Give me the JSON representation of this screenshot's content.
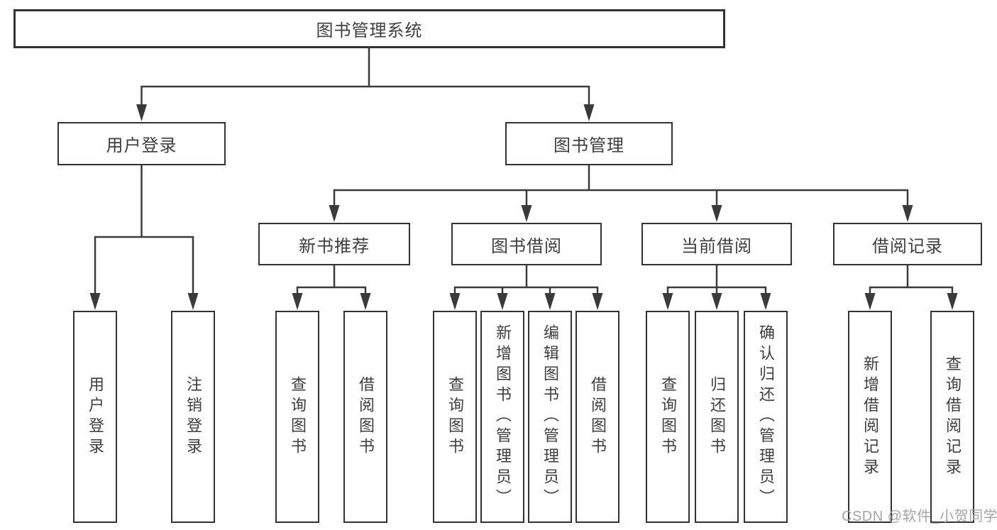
{
  "tree": {
    "label": "图书管理系统",
    "children": [
      {
        "label": "用户登录",
        "children": [
          {
            "label": "用户登录"
          },
          {
            "label": "注销登录"
          }
        ]
      },
      {
        "label": "图书管理",
        "children": [
          {
            "label": "新书推荐",
            "children": [
              {
                "label": "查询图书"
              },
              {
                "label": "借阅图书"
              }
            ]
          },
          {
            "label": "图书借阅",
            "children": [
              {
                "label": "查询图书"
              },
              {
                "label": "新增图书（管理员）"
              },
              {
                "label": "编辑图书（管理员）"
              },
              {
                "label": "借阅图书"
              }
            ]
          },
          {
            "label": "当前借阅",
            "children": [
              {
                "label": "查询图书"
              },
              {
                "label": "归还图书"
              },
              {
                "label": "确认归还（管理员）"
              }
            ]
          },
          {
            "label": "借阅记录",
            "children": [
              {
                "label": "新增借阅记录"
              },
              {
                "label": "查询借阅记录"
              }
            ]
          }
        ]
      }
    ]
  },
  "watermark": {
    "text": "CSDN @软件_小贺同学"
  },
  "colors": {
    "line": "#3a3a3a",
    "box_border": "#333333",
    "text": "#3e3e3e",
    "background": "#ffffff",
    "watermark_text": "#a5a5a5"
  }
}
